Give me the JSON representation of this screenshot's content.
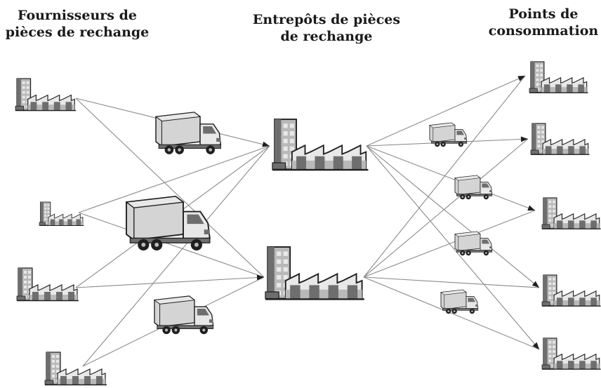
{
  "headers": {
    "fournisseurs": [
      "Fournisseurs de",
      "pièces de rechange"
    ],
    "entrepots": [
      "Entrepôts de pièces",
      "de rechange"
    ],
    "points": [
      "Points de",
      "consommation"
    ]
  },
  "colors": {
    "line": "#8a8a8a",
    "building_light": "#e8e8e8",
    "building_mid": "#b9b9b9",
    "building_dark": "#6e6e6e",
    "truck_body": "#d4d4d4",
    "ink": "#1f1f1f"
  }
}
